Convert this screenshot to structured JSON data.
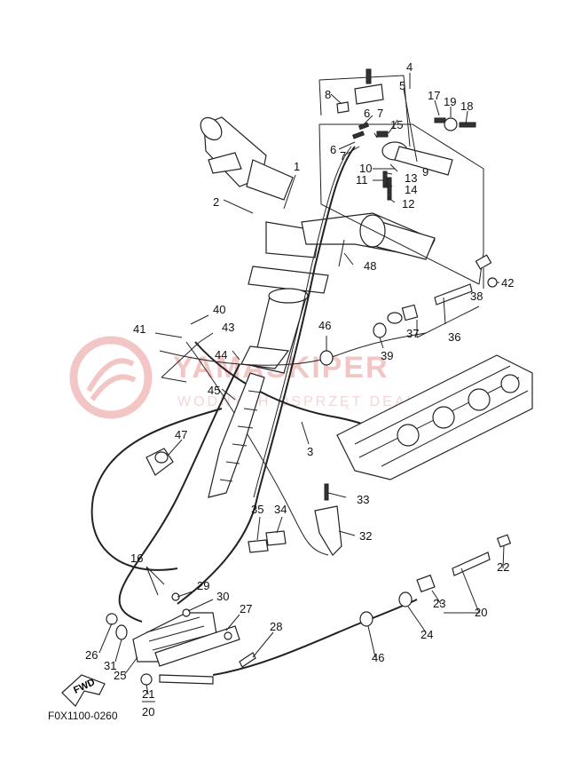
{
  "watermark": {
    "brand": "YAMASKIPER",
    "tagline": "WODNYCH OSPRZĘT DEALER"
  },
  "figure_code": "F0X1100-0260",
  "fwd_label": "FWD",
  "parts": {
    "p1": "1",
    "p2": "2",
    "p3": "3",
    "p4": "4",
    "p5": "5",
    "p6a": "6",
    "p6b": "6",
    "p7a": "7",
    "p7b": "7",
    "p8": "8",
    "p9": "9",
    "p10": "10",
    "p11": "11",
    "p12": "12",
    "p13": "13",
    "p14": "14",
    "p15": "15",
    "p16": "16",
    "p17": "17",
    "p18": "18",
    "p19": "19",
    "p20a": "20",
    "p20b": "20",
    "p21": "21",
    "p22": "22",
    "p23": "23",
    "p24": "24",
    "p25": "25",
    "p26": "26",
    "p27": "27",
    "p28": "28",
    "p29": "29",
    "p30": "30",
    "p31": "31",
    "p32": "32",
    "p33": "33",
    "p34": "34",
    "p35": "35",
    "p36": "36",
    "p37": "37",
    "p38": "38",
    "p39": "39",
    "p40": "40",
    "p41": "41",
    "p42": "42",
    "p43": "43",
    "p44": "44",
    "p45": "45",
    "p46a": "46",
    "p46b": "46",
    "p47": "47",
    "p48": "48"
  }
}
